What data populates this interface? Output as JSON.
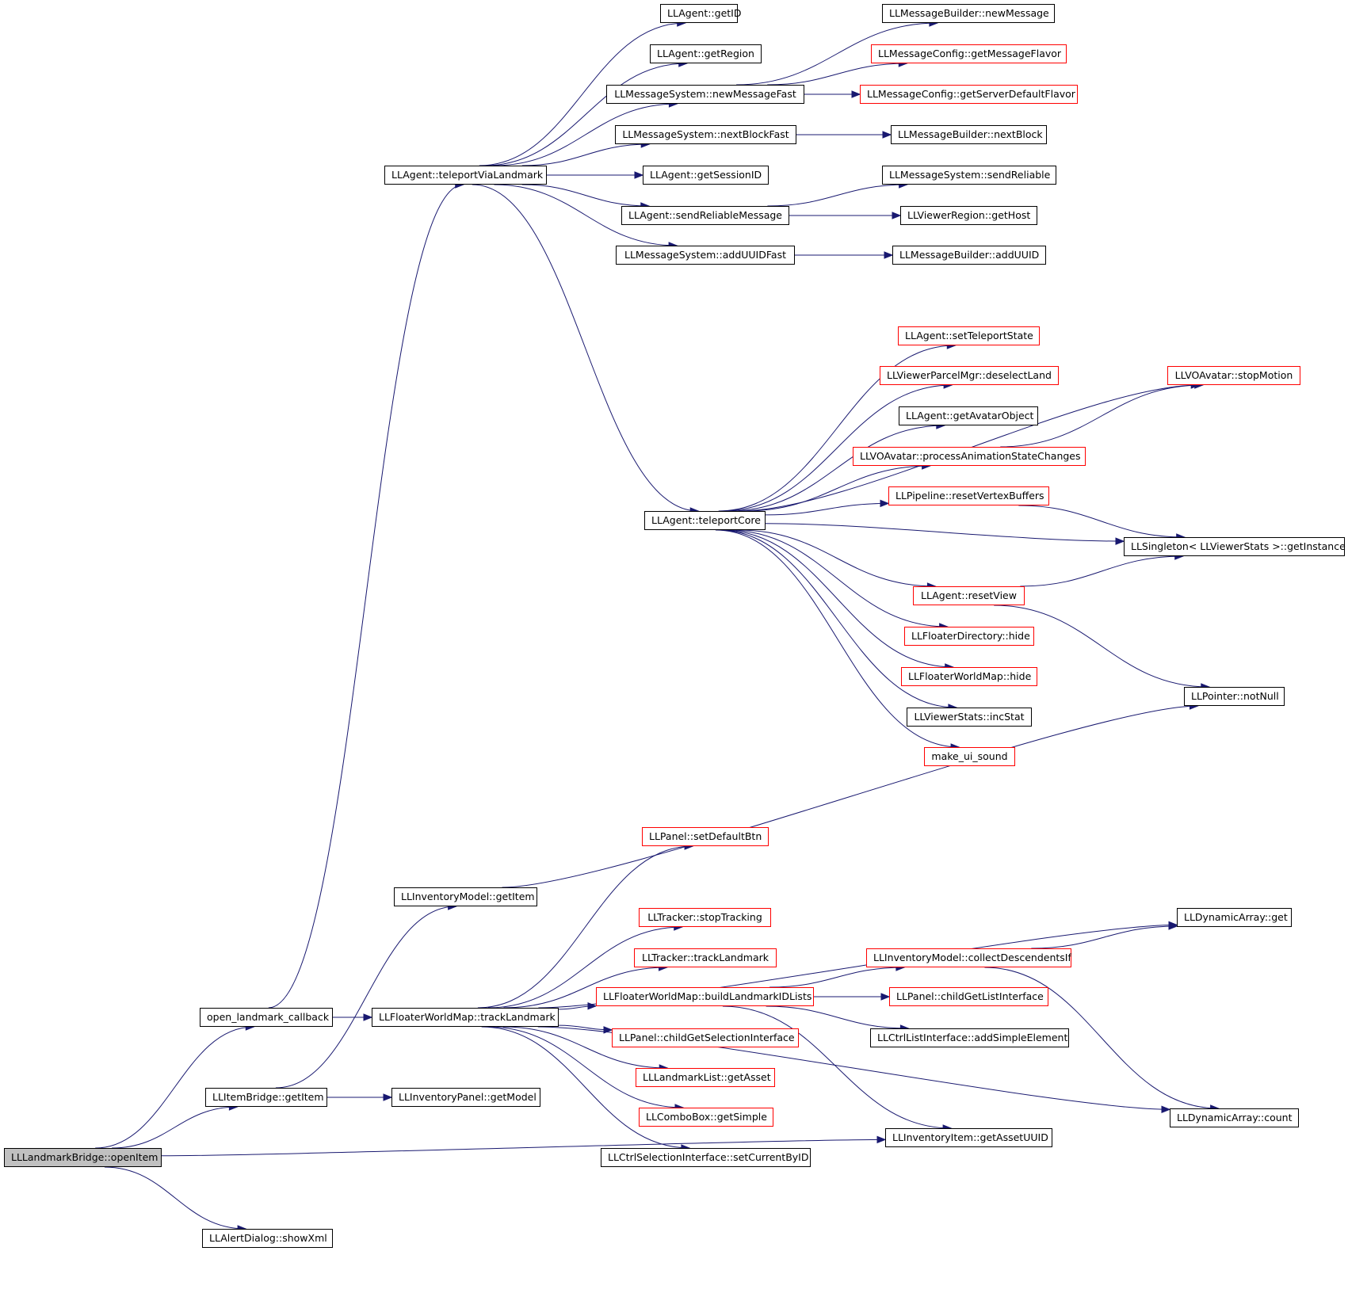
{
  "colors": {
    "edge": "#191970",
    "truncated_border": "#ff0000",
    "normal_border": "#000000",
    "root_fill": "#c0c0c0"
  },
  "nodes": {
    "openItem": {
      "label": "LLLandmarkBridge::openItem",
      "kind": "root"
    },
    "showXml": {
      "label": "LLAlertDialog::showXml",
      "kind": "normal"
    },
    "openLandmarkCb": {
      "label": "open_landmark_callback",
      "kind": "normal"
    },
    "itemBridgeGetItem": {
      "label": "LLItemBridge::getItem",
      "kind": "normal"
    },
    "invModelGetItem": {
      "label": "LLInventoryModel::getItem",
      "kind": "normal"
    },
    "invPanelGetModel": {
      "label": "LLInventoryPanel::getModel",
      "kind": "normal"
    },
    "trackLandmark": {
      "label": "LLFloaterWorldMap::trackLandmark",
      "kind": "normal"
    },
    "teleportViaLandmark": {
      "label": "LLAgent::teleportViaLandmark",
      "kind": "normal"
    },
    "teleportCore": {
      "label": "LLAgent::teleportCore",
      "kind": "normal"
    },
    "getID": {
      "label": "LLAgent::getID",
      "kind": "normal"
    },
    "getRegion": {
      "label": "LLAgent::getRegion",
      "kind": "normal"
    },
    "newMessageFast": {
      "label": "LLMessageSystem::newMessageFast",
      "kind": "normal"
    },
    "nextBlockFast": {
      "label": "LLMessageSystem::nextBlockFast",
      "kind": "normal"
    },
    "getSessionID": {
      "label": "LLAgent::getSessionID",
      "kind": "normal"
    },
    "sendReliableMessage": {
      "label": "LLAgent::sendReliableMessage",
      "kind": "normal"
    },
    "addUUIDFast": {
      "label": "LLMessageSystem::addUUIDFast",
      "kind": "normal"
    },
    "newMessage": {
      "label": "LLMessageBuilder::newMessage",
      "kind": "normal"
    },
    "getMessageFlavor": {
      "label": "LLMessageConfig::getMessageFlavor",
      "kind": "red"
    },
    "getServerDefaultFlavor": {
      "label": "LLMessageConfig::getServerDefaultFlavor",
      "kind": "red"
    },
    "nextBlock": {
      "label": "LLMessageBuilder::nextBlock",
      "kind": "normal"
    },
    "sendReliable": {
      "label": "LLMessageSystem::sendReliable",
      "kind": "normal"
    },
    "getHost": {
      "label": "LLViewerRegion::getHost",
      "kind": "normal"
    },
    "addUUID": {
      "label": "LLMessageBuilder::addUUID",
      "kind": "normal"
    },
    "setTeleportState": {
      "label": "LLAgent::setTeleportState",
      "kind": "red"
    },
    "deselectLand": {
      "label": "LLViewerParcelMgr::deselectLand",
      "kind": "red"
    },
    "getAvatarObject": {
      "label": "LLAgent::getAvatarObject",
      "kind": "normal"
    },
    "processAnimationStateChanges": {
      "label": "LLVOAvatar::processAnimationStateChanges",
      "kind": "red"
    },
    "resetVertexBuffers": {
      "label": "LLPipeline::resetVertexBuffers",
      "kind": "red"
    },
    "resetView": {
      "label": "LLAgent::resetView",
      "kind": "red"
    },
    "floaterDirectoryHide": {
      "label": "LLFloaterDirectory::hide",
      "kind": "red"
    },
    "floaterWorldMapHide": {
      "label": "LLFloaterWorldMap::hide",
      "kind": "red"
    },
    "incStat": {
      "label": "LLViewerStats::incStat",
      "kind": "normal"
    },
    "makeUiSound": {
      "label": "make_ui_sound",
      "kind": "red"
    },
    "stopMotion": {
      "label": "LLVOAvatar::stopMotion",
      "kind": "red"
    },
    "getInstance": {
      "label": "LLSingleton< LLViewerStats >::getInstance",
      "kind": "normal"
    },
    "notNull": {
      "label": "LLPointer::notNull",
      "kind": "normal"
    },
    "setDefaultBtn": {
      "label": "LLPanel::setDefaultBtn",
      "kind": "red"
    },
    "stopTracking": {
      "label": "LLTracker::stopTracking",
      "kind": "red"
    },
    "trackerTrackLandmark": {
      "label": "LLTracker::trackLandmark",
      "kind": "red"
    },
    "buildLandmarkIDLists": {
      "label": "LLFloaterWorldMap::buildLandmarkIDLists",
      "kind": "red"
    },
    "childGetSelectionInterface": {
      "label": "LLPanel::childGetSelectionInterface",
      "kind": "red"
    },
    "landmarkListGetAsset": {
      "label": "LLLandmarkList::getAsset",
      "kind": "red"
    },
    "comboBoxGetSimple": {
      "label": "LLComboBox::getSimple",
      "kind": "red"
    },
    "setCurrentByID": {
      "label": "LLCtrlSelectionInterface::setCurrentByID",
      "kind": "normal"
    },
    "collectDescendentsIf": {
      "label": "LLInventoryModel::collectDescendentsIf",
      "kind": "red"
    },
    "childGetListInterface": {
      "label": "LLPanel::childGetListInterface",
      "kind": "red"
    },
    "addSimpleElement": {
      "label": "LLCtrlListInterface::addSimpleElement",
      "kind": "normal"
    },
    "getAssetUUID": {
      "label": "LLInventoryItem::getAssetUUID",
      "kind": "normal"
    },
    "dynArrayGet": {
      "label": "LLDynamicArray::get",
      "kind": "normal"
    },
    "dynArrayCount": {
      "label": "LLDynamicArray::count",
      "kind": "normal"
    }
  },
  "edges": [
    [
      "openItem",
      "openLandmarkCb"
    ],
    [
      "openItem",
      "itemBridgeGetItem"
    ],
    [
      "openItem",
      "showXml"
    ],
    [
      "openItem",
      "getAssetUUID"
    ],
    [
      "openLandmarkCb",
      "teleportViaLandmark"
    ],
    [
      "openLandmarkCb",
      "trackLandmark"
    ],
    [
      "itemBridgeGetItem",
      "invModelGetItem"
    ],
    [
      "itemBridgeGetItem",
      "invPanelGetModel"
    ],
    [
      "invModelGetItem",
      "notNull"
    ],
    [
      "teleportViaLandmark",
      "getID"
    ],
    [
      "teleportViaLandmark",
      "getRegion"
    ],
    [
      "teleportViaLandmark",
      "newMessageFast"
    ],
    [
      "teleportViaLandmark",
      "nextBlockFast"
    ],
    [
      "teleportViaLandmark",
      "getSessionID"
    ],
    [
      "teleportViaLandmark",
      "sendReliableMessage"
    ],
    [
      "teleportViaLandmark",
      "addUUIDFast"
    ],
    [
      "teleportViaLandmark",
      "teleportCore"
    ],
    [
      "newMessageFast",
      "newMessage"
    ],
    [
      "newMessageFast",
      "getMessageFlavor"
    ],
    [
      "newMessageFast",
      "getServerDefaultFlavor"
    ],
    [
      "nextBlockFast",
      "nextBlock"
    ],
    [
      "sendReliableMessage",
      "sendReliable"
    ],
    [
      "sendReliableMessage",
      "getHost"
    ],
    [
      "addUUIDFast",
      "addUUID"
    ],
    [
      "teleportCore",
      "setTeleportState"
    ],
    [
      "teleportCore",
      "deselectLand"
    ],
    [
      "teleportCore",
      "getAvatarObject"
    ],
    [
      "teleportCore",
      "processAnimationStateChanges"
    ],
    [
      "teleportCore",
      "resetVertexBuffers"
    ],
    [
      "teleportCore",
      "getInstance"
    ],
    [
      "teleportCore",
      "resetView"
    ],
    [
      "teleportCore",
      "floaterDirectoryHide"
    ],
    [
      "teleportCore",
      "floaterWorldMapHide"
    ],
    [
      "teleportCore",
      "incStat"
    ],
    [
      "teleportCore",
      "makeUiSound"
    ],
    [
      "teleportCore",
      "stopMotion"
    ],
    [
      "processAnimationStateChanges",
      "stopMotion"
    ],
    [
      "resetVertexBuffers",
      "getInstance"
    ],
    [
      "resetView",
      "getInstance"
    ],
    [
      "resetView",
      "notNull"
    ],
    [
      "trackLandmark",
      "setDefaultBtn"
    ],
    [
      "trackLandmark",
      "dynArrayGet"
    ],
    [
      "trackLandmark",
      "stopTracking"
    ],
    [
      "trackLandmark",
      "trackerTrackLandmark"
    ],
    [
      "trackLandmark",
      "buildLandmarkIDLists"
    ],
    [
      "trackLandmark",
      "childGetSelectionInterface"
    ],
    [
      "trackLandmark",
      "landmarkListGetAsset"
    ],
    [
      "trackLandmark",
      "comboBoxGetSimple"
    ],
    [
      "trackLandmark",
      "setCurrentByID"
    ],
    [
      "trackLandmark",
      "dynArrayCount"
    ],
    [
      "buildLandmarkIDLists",
      "collectDescendentsIf"
    ],
    [
      "buildLandmarkIDLists",
      "childGetListInterface"
    ],
    [
      "buildLandmarkIDLists",
      "addSimpleElement"
    ],
    [
      "buildLandmarkIDLists",
      "getAssetUUID"
    ],
    [
      "collectDescendentsIf",
      "dynArrayGet"
    ],
    [
      "collectDescendentsIf",
      "dynArrayCount"
    ]
  ]
}
